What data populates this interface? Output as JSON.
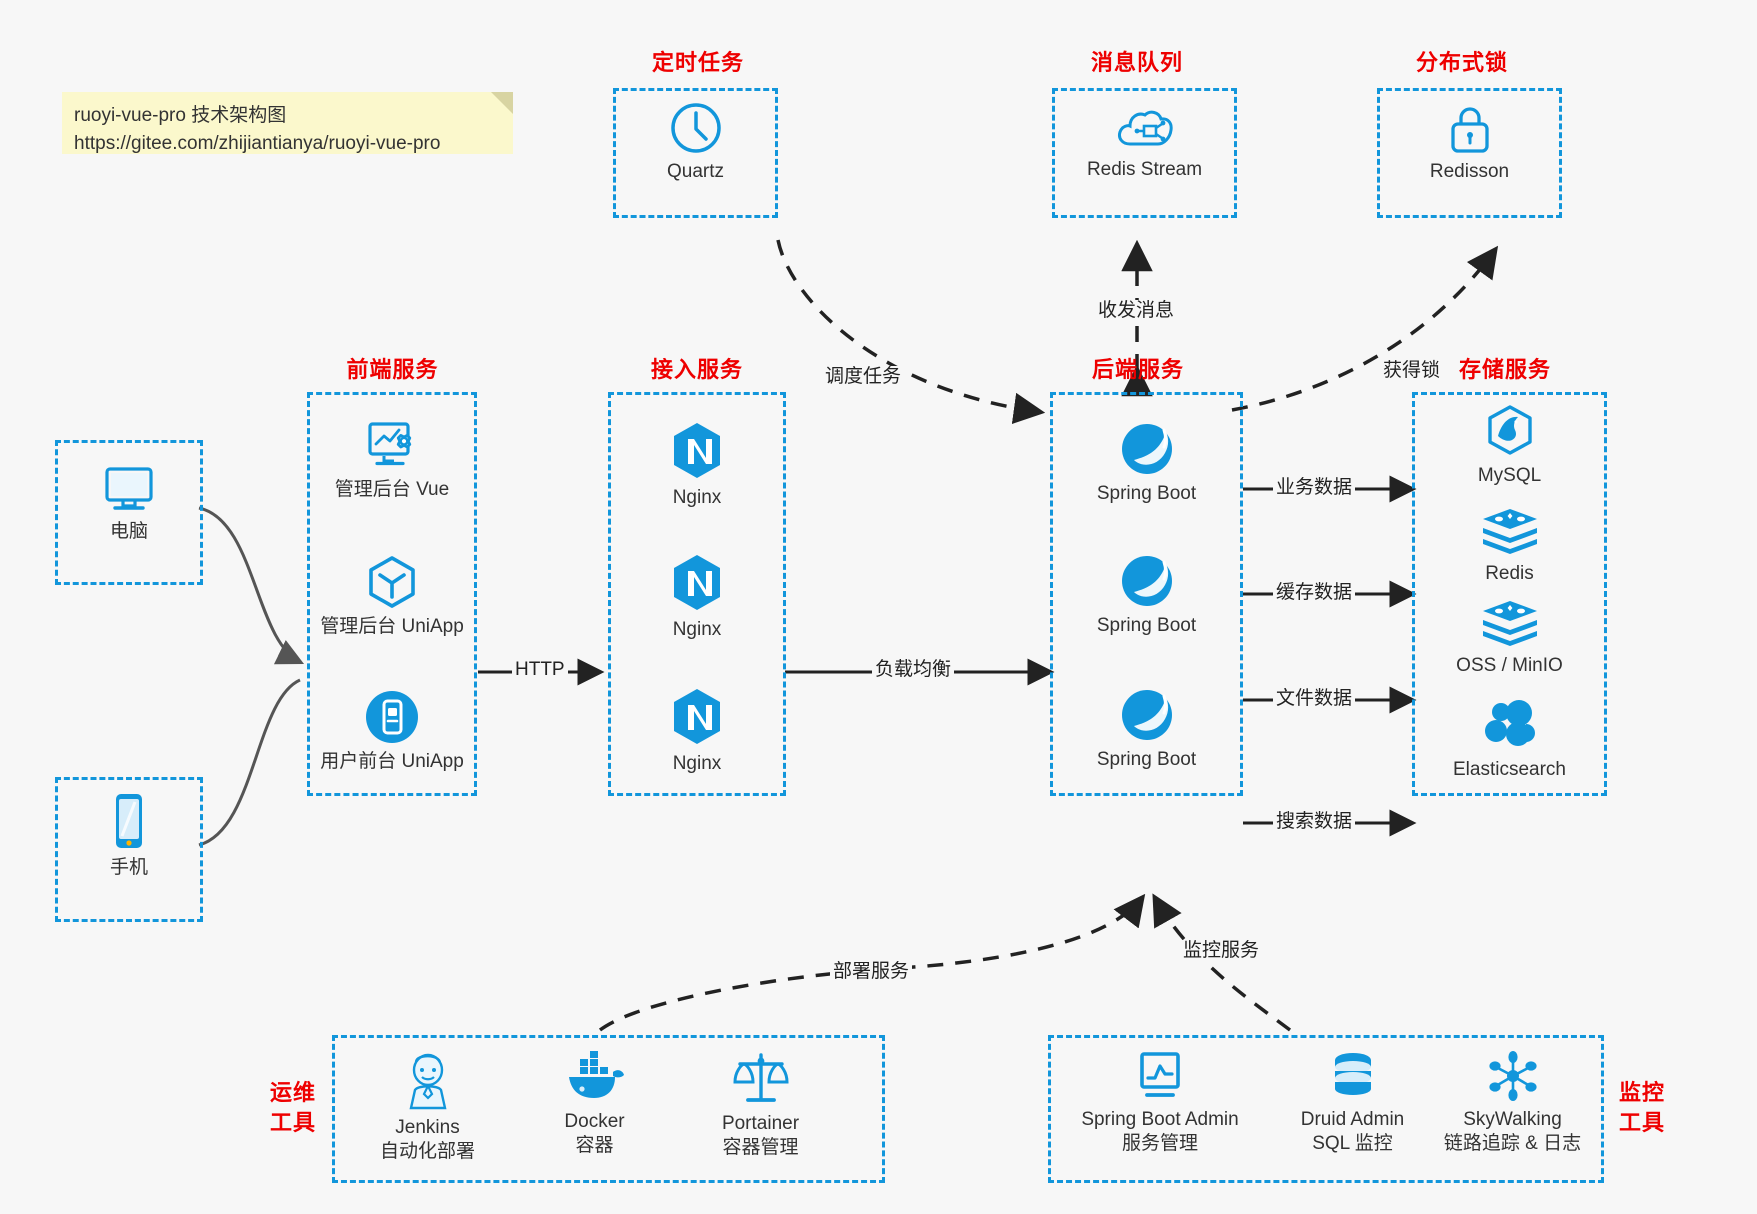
{
  "note": {
    "line1": "ruoyi-vue-pro 技术架构图",
    "line2": "https://gitee.com/zhijiantianya/ruoyi-vue-pro"
  },
  "colors": {
    "accent_blue": "#1296db",
    "title_red": "#ee0000",
    "background": "#f7f7f7",
    "note_yellow": "#fbf8cc",
    "edge_dark": "#222222",
    "client_edge": "#555555"
  },
  "groups": {
    "scheduled_task": {
      "title": "定时任务",
      "nodes": [
        {
          "label": "Quartz",
          "icon": "clock-icon"
        }
      ]
    },
    "message_queue": {
      "title": "消息队列",
      "nodes": [
        {
          "label": "Redis Stream",
          "icon": "cloud-stream-icon"
        }
      ]
    },
    "distributed_lock": {
      "title": "分布式锁",
      "nodes": [
        {
          "label": "Redisson",
          "icon": "lock-icon"
        }
      ]
    },
    "clients": {
      "nodes": [
        {
          "label": "电脑",
          "icon": "desktop-icon"
        },
        {
          "label": "手机",
          "icon": "mobile-icon"
        }
      ]
    },
    "frontend": {
      "title": "前端服务",
      "nodes": [
        {
          "label": "管理后台 Vue",
          "icon": "dashboard-settings-icon"
        },
        {
          "label": "管理后台 UniApp",
          "icon": "cube-icon"
        },
        {
          "label": "用户前台 UniApp",
          "icon": "phone-app-icon"
        }
      ]
    },
    "gateway": {
      "title": "接入服务",
      "nodes": [
        {
          "label": "Nginx",
          "icon": "nginx-icon"
        },
        {
          "label": "Nginx",
          "icon": "nginx-icon"
        },
        {
          "label": "Nginx",
          "icon": "nginx-icon"
        }
      ]
    },
    "backend": {
      "title": "后端服务",
      "nodes": [
        {
          "label": "Spring Boot",
          "icon": "spring-boot-icon"
        },
        {
          "label": "Spring Boot",
          "icon": "spring-boot-icon"
        },
        {
          "label": "Spring Boot",
          "icon": "spring-boot-icon"
        }
      ]
    },
    "storage": {
      "title": "存储服务",
      "nodes": [
        {
          "label": "MySQL",
          "icon": "mysql-icon"
        },
        {
          "label": "Redis",
          "icon": "redis-icon"
        },
        {
          "label": "OSS / MinIO",
          "icon": "oss-minio-icon"
        },
        {
          "label": "Elasticsearch",
          "icon": "elasticsearch-icon"
        }
      ]
    },
    "ops_tools": {
      "title_line1": "运维",
      "title_line2": "工具",
      "nodes": [
        {
          "label": "Jenkins",
          "sublabel": "自动化部署",
          "icon": "jenkins-icon"
        },
        {
          "label": "Docker",
          "sublabel": "容器",
          "icon": "docker-icon"
        },
        {
          "label": "Portainer",
          "sublabel": "容器管理",
          "icon": "scales-icon"
        }
      ]
    },
    "monitor_tools": {
      "title_line1": "监控",
      "title_line2": "工具",
      "nodes": [
        {
          "label": "Spring Boot Admin",
          "sublabel": "服务管理",
          "icon": "monitor-chart-icon"
        },
        {
          "label": "Druid Admin",
          "sublabel": "SQL 监控",
          "icon": "database-icon"
        },
        {
          "label": "SkyWalking",
          "sublabel": "链路追踪 & 日志",
          "icon": "skywalking-icon"
        }
      ]
    }
  },
  "edge_labels": {
    "schedule_task": "调度任务",
    "send_receive_message": "收发消息",
    "acquire_lock": "获得锁",
    "http": "HTTP",
    "load_balance": "负载均衡",
    "business_data": "业务数据",
    "cache_data": "缓存数据",
    "file_data": "文件数据",
    "search_data": "搜索数据",
    "deploy_service": "部署服务",
    "monitor_service": "监控服务"
  }
}
